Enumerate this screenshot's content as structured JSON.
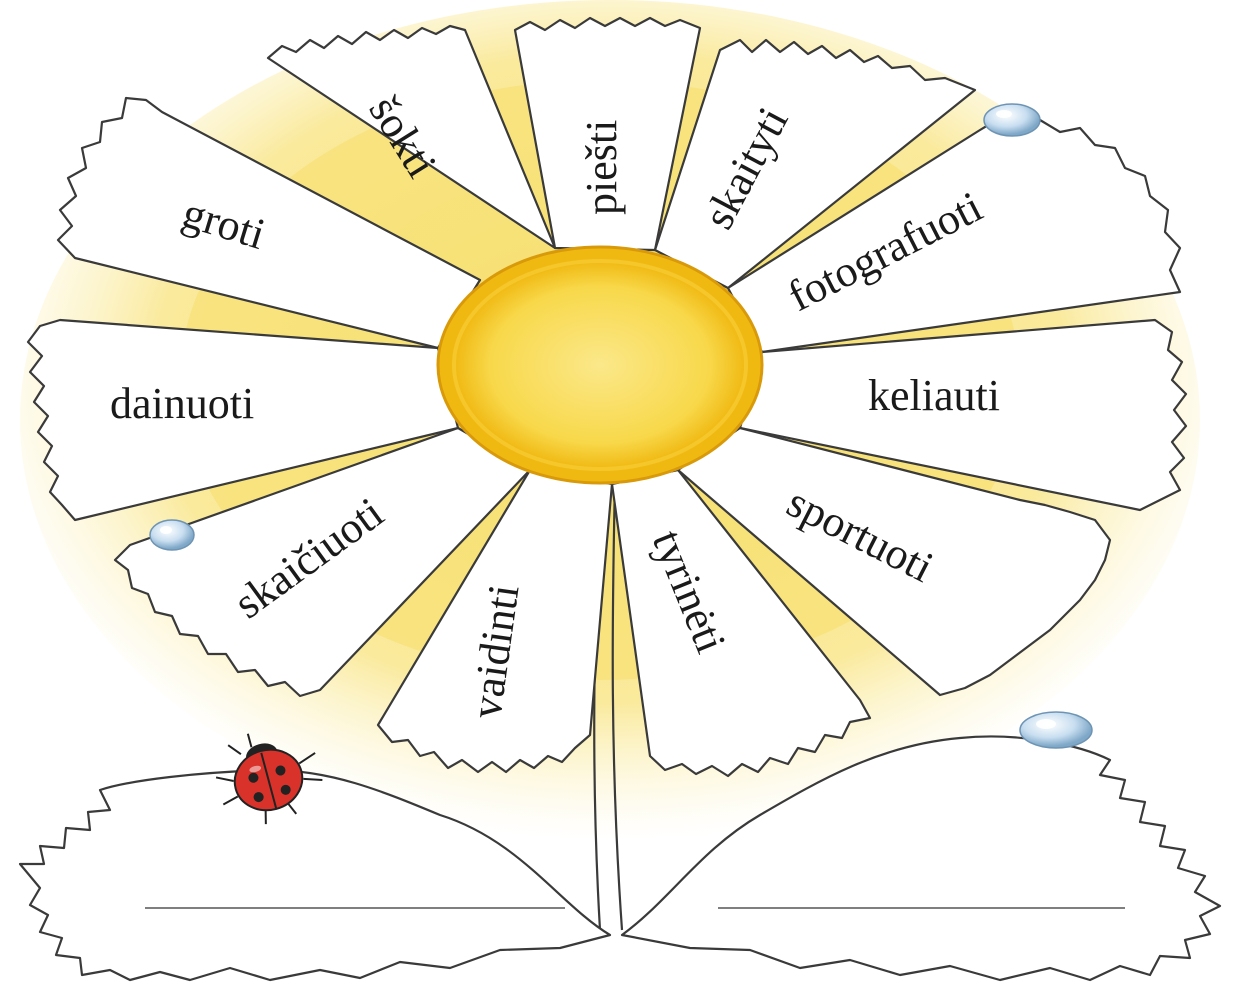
{
  "petals": [
    {
      "key": "soktti",
      "word": "šokti"
    },
    {
      "key": "piesti",
      "word": "piešti"
    },
    {
      "key": "skaityti",
      "word": "skaityti"
    },
    {
      "key": "fotografuoti",
      "word": "fotografuoti"
    },
    {
      "key": "keliauti",
      "word": "keliauti"
    },
    {
      "key": "sportuoti",
      "word": "sportuoti"
    },
    {
      "key": "tyrineti",
      "word": "tyrinėti"
    },
    {
      "key": "vaidinti",
      "word": "vaidinti"
    },
    {
      "key": "skaiciuoti",
      "word": "skaičiuoti"
    },
    {
      "key": "dainuoti",
      "word": "dainuoti"
    },
    {
      "key": "groti",
      "word": "groti"
    }
  ],
  "colors": {
    "glow": "#f7e27a",
    "center_outer": "#f2c21b",
    "center_inner": "#f9de5a",
    "ladybug": "#d8322a",
    "dew": "#bcd6ea"
  },
  "icons": {
    "ladybug": "ladybug-icon",
    "dewdrop": "dewdrop-icon"
  }
}
